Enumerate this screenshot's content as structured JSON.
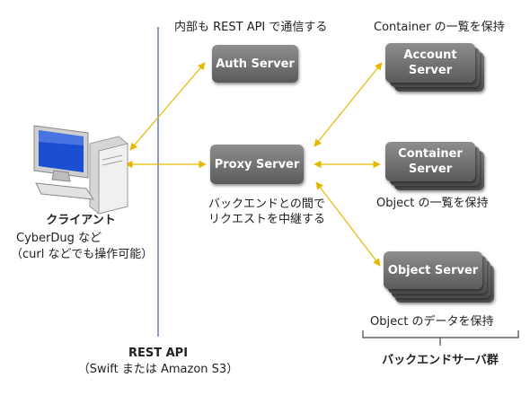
{
  "annotations": {
    "auth_note": "内部も REST API で通信する",
    "container_note": "Container の一覧を保持",
    "object_list_note": "Object の一覧を保持",
    "object_data_note": "Object のデータを保持",
    "proxy_note_line1": "バックエンドとの間で",
    "proxy_note_line2": "リクエストを中継する"
  },
  "servers": {
    "auth": "Auth Server",
    "proxy": "Proxy Server",
    "account": "Account\nServer",
    "container": "Container\nServer",
    "object": "Object Server"
  },
  "client": {
    "title": "クライアント",
    "line1": "CyberDug など",
    "line2": "（curl などでも操作可能）"
  },
  "api": {
    "title": "REST API",
    "subtitle": "（Swift または Amazon S3）"
  },
  "backend_group": {
    "title": "バックエンドサーバ群"
  },
  "icons": [
    "computer-icon"
  ],
  "colors": {
    "arrow": "#e5b800",
    "divider": "#8a9bd4",
    "server_fill": "#6e6e6e",
    "server_text": "#ffffff",
    "screen": "#1b4fd1"
  }
}
